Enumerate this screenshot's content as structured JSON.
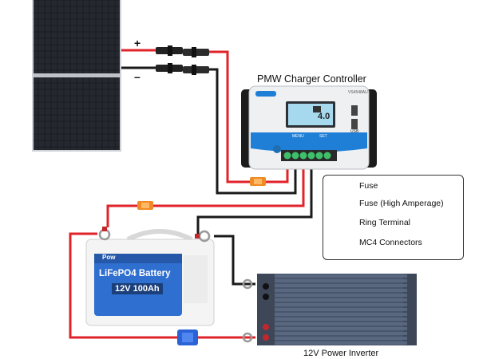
{
  "solar_panel": {
    "plus_label": "+",
    "minus_label": "–"
  },
  "controller": {
    "title": "PMW Charger Controller",
    "screen_reading": "4.0",
    "model_label": "VS4548AU",
    "menu_label": "MENU",
    "set_label": "SET",
    "usb_label": "USB"
  },
  "battery": {
    "brand": "Pow",
    "title": "LiFePO4 Battery",
    "capacity": "12V 100Ah"
  },
  "inverter": {
    "label": "12V Power Inverter"
  },
  "legend": {
    "items": [
      {
        "label": "Fuse",
        "icon": "fuse-icon"
      },
      {
        "label": "Fuse (High Amperage)",
        "icon": "high-amperage-fuse-icon"
      },
      {
        "label": "Ring Terminal",
        "icon": "ring-terminal-icon"
      },
      {
        "label": "MC4 Connectors",
        "icon": "mc4-connector-icon"
      }
    ]
  },
  "colors": {
    "positive_wire": "#e0232a",
    "negative_wire": "#1a1a1a",
    "fuse": "#f08a24",
    "high_amperage_fuse": "#2b63d6",
    "controller_blue": "#1f7fd6",
    "inverter_body": "#54627a"
  }
}
